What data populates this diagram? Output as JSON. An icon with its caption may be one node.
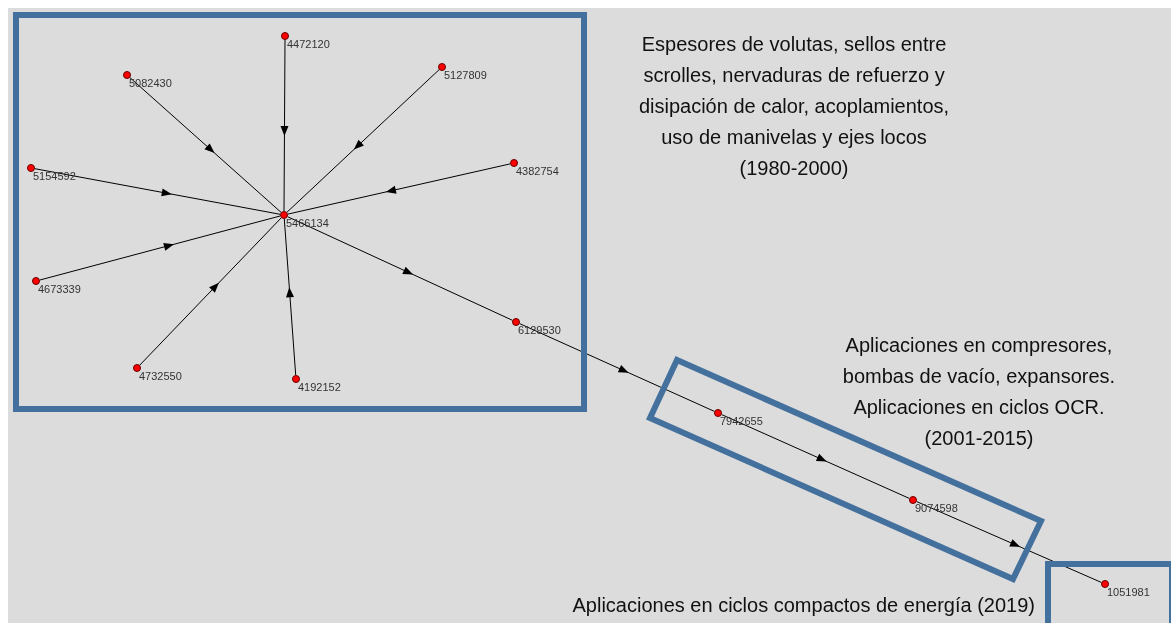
{
  "diagram": {
    "nodes": [
      {
        "text": [],
        "shape": "box",
        "beside": [
          "Espesores de volutas, sellos entre scrolles, nervaduras de refuerzo y disipación de calor, acoplamientos, uso de manivelas y ejes locos (1980-2000)"
        ]
      },
      {
        "text": [
          "4472120"
        ],
        "in": 0
      },
      {
        "text": [
          "5082430"
        ],
        "in": 0
      },
      {
        "text": [
          "5127809"
        ],
        "in": 0
      },
      {
        "text": [
          "5154592"
        ],
        "in": 0
      },
      {
        "text": [
          "4382754"
        ],
        "in": 0
      },
      {
        "text": [
          "5466134"
        ],
        "in": 0
      },
      {
        "text": [
          "4673339"
        ],
        "in": 0
      },
      {
        "text": [
          "6129530"
        ],
        "in": 0
      },
      {
        "text": [
          "4732550"
        ],
        "in": 0
      },
      {
        "text": [
          "4192152"
        ],
        "in": 0
      },
      {
        "text": [],
        "shape": "box",
        "beside": [
          "Aplicaciones en compresores, bombas de vacío, expansores. Aplicaciones en ciclos OCR. (2001-2015)"
        ]
      },
      {
        "text": [
          "7942655"
        ],
        "in": 11
      },
      {
        "text": [
          "9074598"
        ],
        "in": 11
      },
      {
        "text": [],
        "shape": "box",
        "beside": [
          "Aplicaciones en ciclos compactos de energía (2019)"
        ]
      },
      {
        "text": [
          "1051981"
        ],
        "in": 14
      }
    ],
    "edges": [
      {
        "from": 1,
        "to": 6,
        "arrow": "to"
      },
      {
        "from": 2,
        "to": 6,
        "arrow": "to"
      },
      {
        "from": 3,
        "to": 6,
        "arrow": "to"
      },
      {
        "from": 4,
        "to": 6,
        "arrow": "to"
      },
      {
        "from": 5,
        "to": 6,
        "arrow": "to"
      },
      {
        "from": 7,
        "to": 6,
        "arrow": "to"
      },
      {
        "from": 9,
        "to": 6,
        "arrow": "to"
      },
      {
        "from": 10,
        "to": 6,
        "arrow": "to"
      },
      {
        "from": 6,
        "to": 8,
        "arrow": "to"
      },
      {
        "from": 8,
        "to": 12,
        "arrow": "to"
      },
      {
        "from": 12,
        "to": 13,
        "arrow": "to"
      },
      {
        "from": 13,
        "to": 15,
        "arrow": "to"
      }
    ]
  }
}
